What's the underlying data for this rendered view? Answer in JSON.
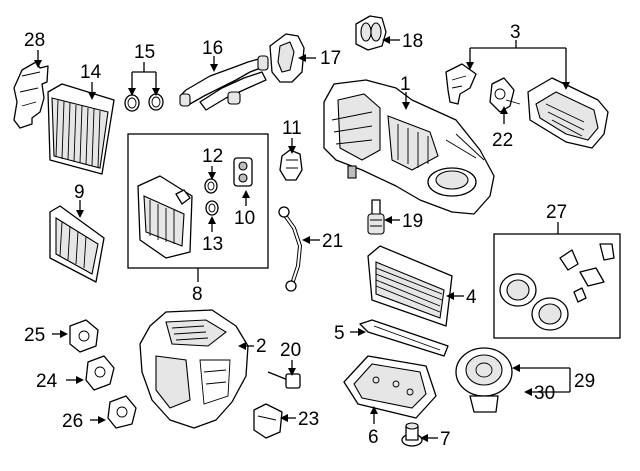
{
  "diagram": {
    "type": "exploded-parts-diagram",
    "callouts": {
      "c1": "1",
      "c2": "2",
      "c3": "3",
      "c4": "4",
      "c5": "5",
      "c6": "6",
      "c7": "7",
      "c8": "8",
      "c9": "9",
      "c10": "10",
      "c11": "11",
      "c12": "12",
      "c13": "13",
      "c14": "14",
      "c15": "15",
      "c16": "16",
      "c17": "17",
      "c18": "18",
      "c19": "19",
      "c20": "20",
      "c21": "21",
      "c22": "22",
      "c23": "23",
      "c24": "24",
      "c25": "25",
      "c26": "26",
      "c27": "27",
      "c28": "28",
      "c29": "29",
      "c30": "30"
    }
  }
}
